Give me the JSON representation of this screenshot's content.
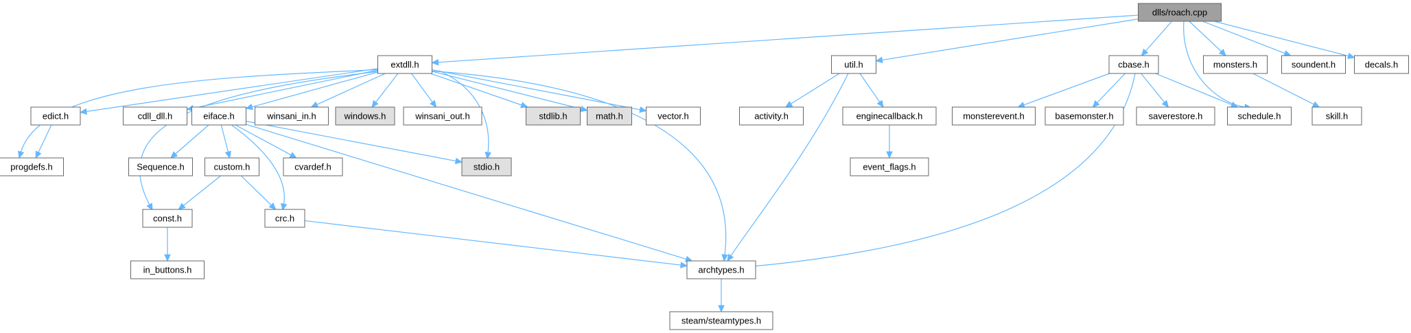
{
  "colors": {
    "edge": "#63b8ff",
    "node_border": "#666666",
    "node_fill": "#ffffff",
    "node_fill_system": "#e0e0e0",
    "node_fill_root": "#a0a0a0"
  },
  "nodes": [
    {
      "id": "roach_cpp",
      "label": "dlls/roach.cpp",
      "kind": "root"
    },
    {
      "id": "extdll_h",
      "label": "extdll.h",
      "kind": "normal"
    },
    {
      "id": "util_h",
      "label": "util.h",
      "kind": "normal"
    },
    {
      "id": "cbase_h",
      "label": "cbase.h",
      "kind": "normal"
    },
    {
      "id": "monsters_h",
      "label": "monsters.h",
      "kind": "normal"
    },
    {
      "id": "soundent_h",
      "label": "soundent.h",
      "kind": "normal"
    },
    {
      "id": "decals_h",
      "label": "decals.h",
      "kind": "normal"
    },
    {
      "id": "edict_h",
      "label": "edict.h",
      "kind": "normal"
    },
    {
      "id": "cdll_dll_h",
      "label": "cdll_dll.h",
      "kind": "normal"
    },
    {
      "id": "eiface_h",
      "label": "eiface.h",
      "kind": "normal"
    },
    {
      "id": "winsani_in_h",
      "label": "winsani_in.h",
      "kind": "normal"
    },
    {
      "id": "windows_h",
      "label": "windows.h",
      "kind": "system"
    },
    {
      "id": "winsani_out_h",
      "label": "winsani_out.h",
      "kind": "normal"
    },
    {
      "id": "stdlib_h",
      "label": "stdlib.h",
      "kind": "system"
    },
    {
      "id": "math_h",
      "label": "math.h",
      "kind": "system"
    },
    {
      "id": "vector_h",
      "label": "vector.h",
      "kind": "normal"
    },
    {
      "id": "activity_h",
      "label": "activity.h",
      "kind": "normal"
    },
    {
      "id": "enginecallback_h",
      "label": "enginecallback.h",
      "kind": "normal"
    },
    {
      "id": "monsterevent_h",
      "label": "monsterevent.h",
      "kind": "normal"
    },
    {
      "id": "basemonster_h",
      "label": "basemonster.h",
      "kind": "normal"
    },
    {
      "id": "saverestore_h",
      "label": "saverestore.h",
      "kind": "normal"
    },
    {
      "id": "schedule_h",
      "label": "schedule.h",
      "kind": "normal"
    },
    {
      "id": "skill_h",
      "label": "skill.h",
      "kind": "normal"
    },
    {
      "id": "progdefs_h",
      "label": "progdefs.h",
      "kind": "normal"
    },
    {
      "id": "sequence_h",
      "label": "Sequence.h",
      "kind": "normal"
    },
    {
      "id": "custom_h",
      "label": "custom.h",
      "kind": "normal"
    },
    {
      "id": "cvardef_h",
      "label": "cvardef.h",
      "kind": "normal"
    },
    {
      "id": "stdio_h",
      "label": "stdio.h",
      "kind": "system"
    },
    {
      "id": "event_flags_h",
      "label": "event_flags.h",
      "kind": "normal"
    },
    {
      "id": "const_h",
      "label": "const.h",
      "kind": "normal"
    },
    {
      "id": "crc_h",
      "label": "crc.h",
      "kind": "normal"
    },
    {
      "id": "archtypes_h",
      "label": "archtypes.h",
      "kind": "normal"
    },
    {
      "id": "in_buttons_h",
      "label": "in_buttons.h",
      "kind": "normal"
    },
    {
      "id": "steamtypes_h",
      "label": "steam/steamtypes.h",
      "kind": "normal"
    }
  ],
  "edges": [
    [
      "roach_cpp",
      "extdll_h"
    ],
    [
      "roach_cpp",
      "util_h"
    ],
    [
      "roach_cpp",
      "cbase_h"
    ],
    [
      "roach_cpp",
      "monsters_h"
    ],
    [
      "roach_cpp",
      "soundent_h"
    ],
    [
      "roach_cpp",
      "decals_h"
    ],
    [
      "roach_cpp",
      "schedule_h"
    ],
    [
      "extdll_h",
      "edict_h"
    ],
    [
      "extdll_h",
      "cdll_dll_h"
    ],
    [
      "extdll_h",
      "eiface_h"
    ],
    [
      "extdll_h",
      "winsani_in_h"
    ],
    [
      "extdll_h",
      "windows_h"
    ],
    [
      "extdll_h",
      "winsani_out_h"
    ],
    [
      "extdll_h",
      "stdlib_h"
    ],
    [
      "extdll_h",
      "math_h"
    ],
    [
      "extdll_h",
      "vector_h"
    ],
    [
      "extdll_h",
      "progdefs_h"
    ],
    [
      "extdll_h",
      "const_h"
    ],
    [
      "extdll_h",
      "stdio_h"
    ],
    [
      "extdll_h",
      "archtypes_h"
    ],
    [
      "edict_h",
      "progdefs_h"
    ],
    [
      "eiface_h",
      "sequence_h"
    ],
    [
      "eiface_h",
      "custom_h"
    ],
    [
      "eiface_h",
      "cvardef_h"
    ],
    [
      "eiface_h",
      "stdio_h"
    ],
    [
      "eiface_h",
      "crc_h"
    ],
    [
      "eiface_h",
      "archtypes_h"
    ],
    [
      "custom_h",
      "const_h"
    ],
    [
      "custom_h",
      "crc_h"
    ],
    [
      "const_h",
      "in_buttons_h"
    ],
    [
      "crc_h",
      "archtypes_h"
    ],
    [
      "util_h",
      "activity_h"
    ],
    [
      "util_h",
      "enginecallback_h"
    ],
    [
      "util_h",
      "archtypes_h"
    ],
    [
      "enginecallback_h",
      "event_flags_h"
    ],
    [
      "cbase_h",
      "monsterevent_h"
    ],
    [
      "cbase_h",
      "basemonster_h"
    ],
    [
      "cbase_h",
      "saverestore_h"
    ],
    [
      "cbase_h",
      "schedule_h"
    ],
    [
      "cbase_h",
      "archtypes_h"
    ],
    [
      "monsters_h",
      "skill_h"
    ],
    [
      "archtypes_h",
      "steamtypes_h"
    ]
  ]
}
